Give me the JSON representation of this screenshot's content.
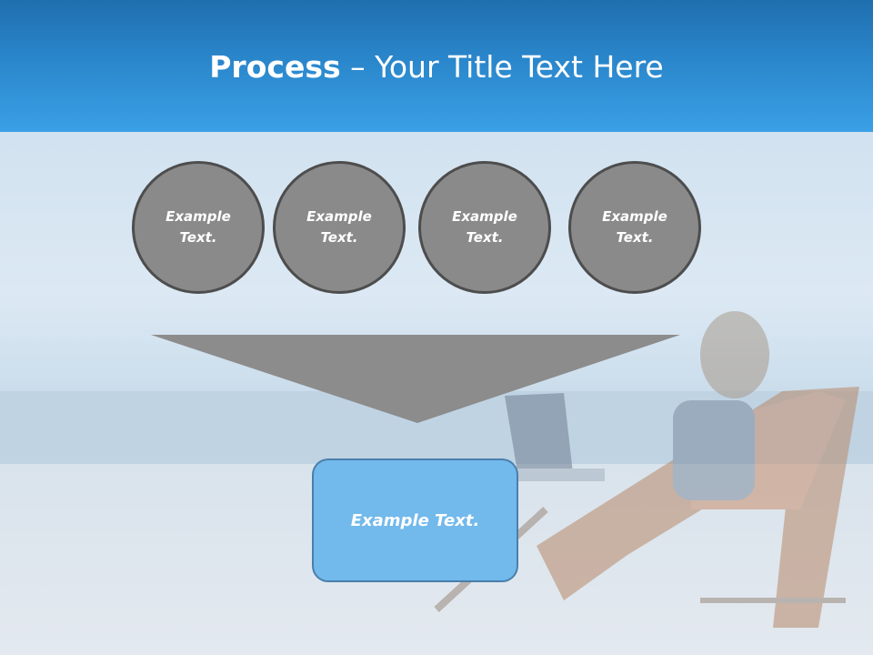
{
  "slide": {
    "title_bold": "Process",
    "title_rest": " – Your Title Text Here"
  },
  "circles": [
    {
      "line1": "Example",
      "line2": "Text."
    },
    {
      "line1": "Example",
      "line2": "Text."
    },
    {
      "line1": "Example",
      "line2": "Text."
    },
    {
      "line1": "Example",
      "line2": "Text."
    }
  ],
  "result_box": {
    "label": "Example Text."
  },
  "colors": {
    "header": "#2a86cb",
    "circle_fill": "#8a8a8a",
    "funnel_fill": "#8c8c8c",
    "box_fill": "#72b9ec"
  }
}
